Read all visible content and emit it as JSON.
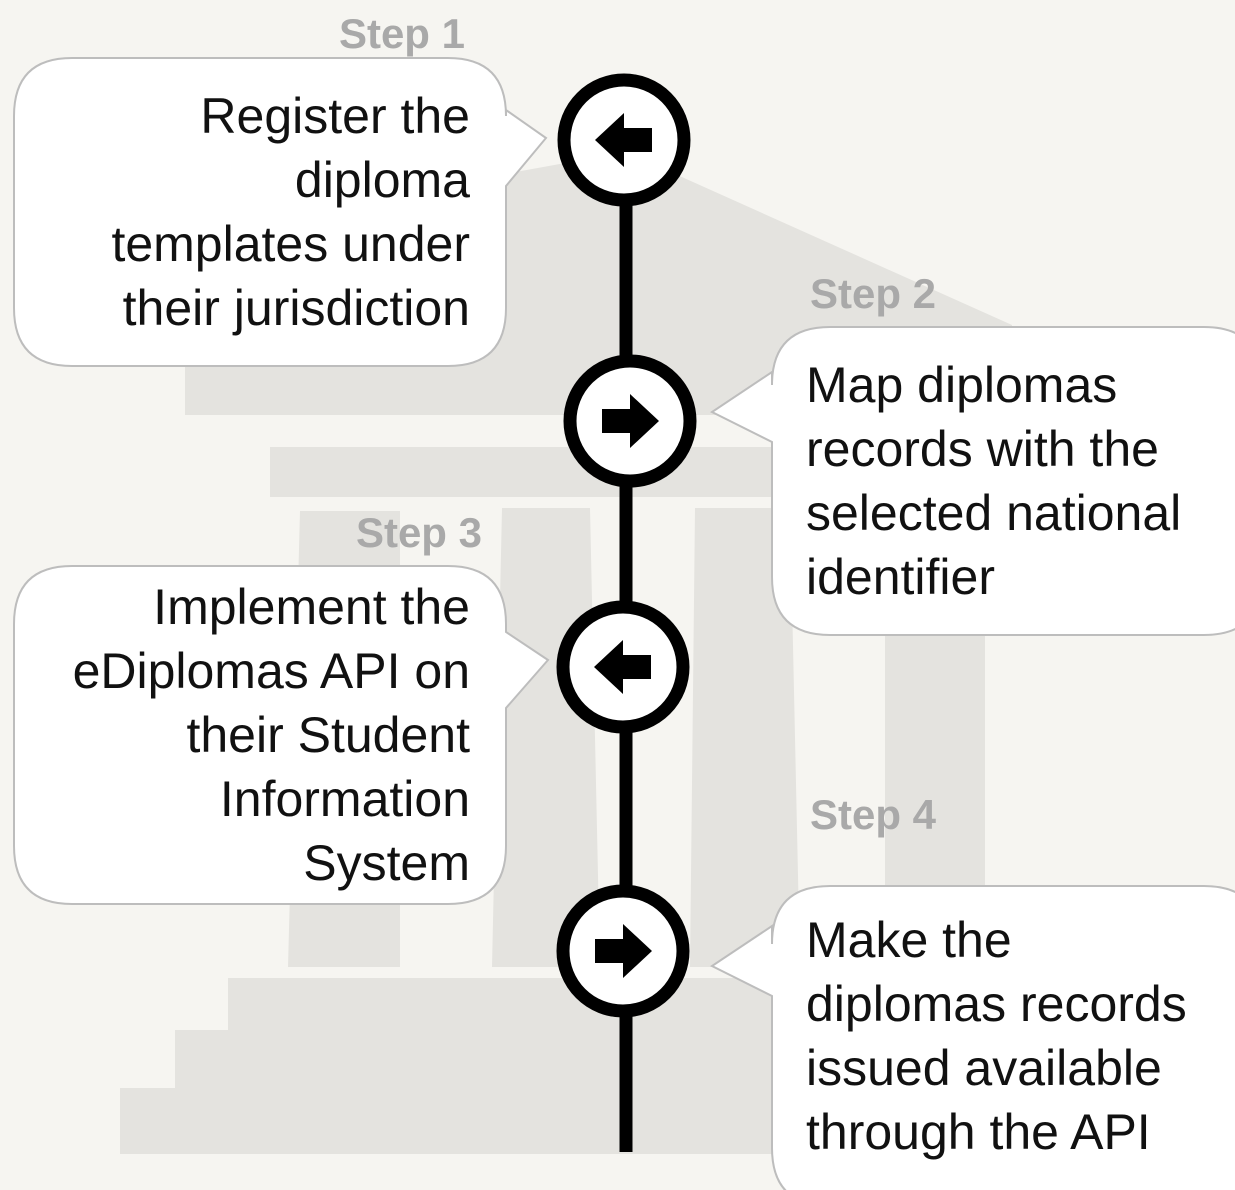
{
  "diagram": {
    "title": "",
    "colors": {
      "background": "#f6f5f1",
      "building": "#e4e3df",
      "bubble_fill": "#ffffff",
      "bubble_stroke": "#bdbdbd",
      "line": "#000000",
      "step_label": "#a9a9a9"
    },
    "steps": [
      {
        "label": "Step 1",
        "direction": "left",
        "icon": "arrow-left-icon",
        "lines": [
          "Register the",
          "diploma",
          "templates under",
          "their jurisdiction"
        ]
      },
      {
        "label": "Step 2",
        "direction": "right",
        "icon": "arrow-right-icon",
        "lines": [
          "Map diplomas",
          "records with the",
          "selected national",
          "identifier"
        ]
      },
      {
        "label": "Step 3",
        "direction": "left",
        "icon": "arrow-left-icon",
        "lines": [
          "Implement the",
          "eDiplomas API on",
          "their Student",
          "Information",
          "System"
        ]
      },
      {
        "label": "Step 4",
        "direction": "right",
        "icon": "arrow-right-icon",
        "lines": [
          "Make the",
          "diplomas records",
          "issued available",
          "through the API"
        ]
      }
    ]
  }
}
